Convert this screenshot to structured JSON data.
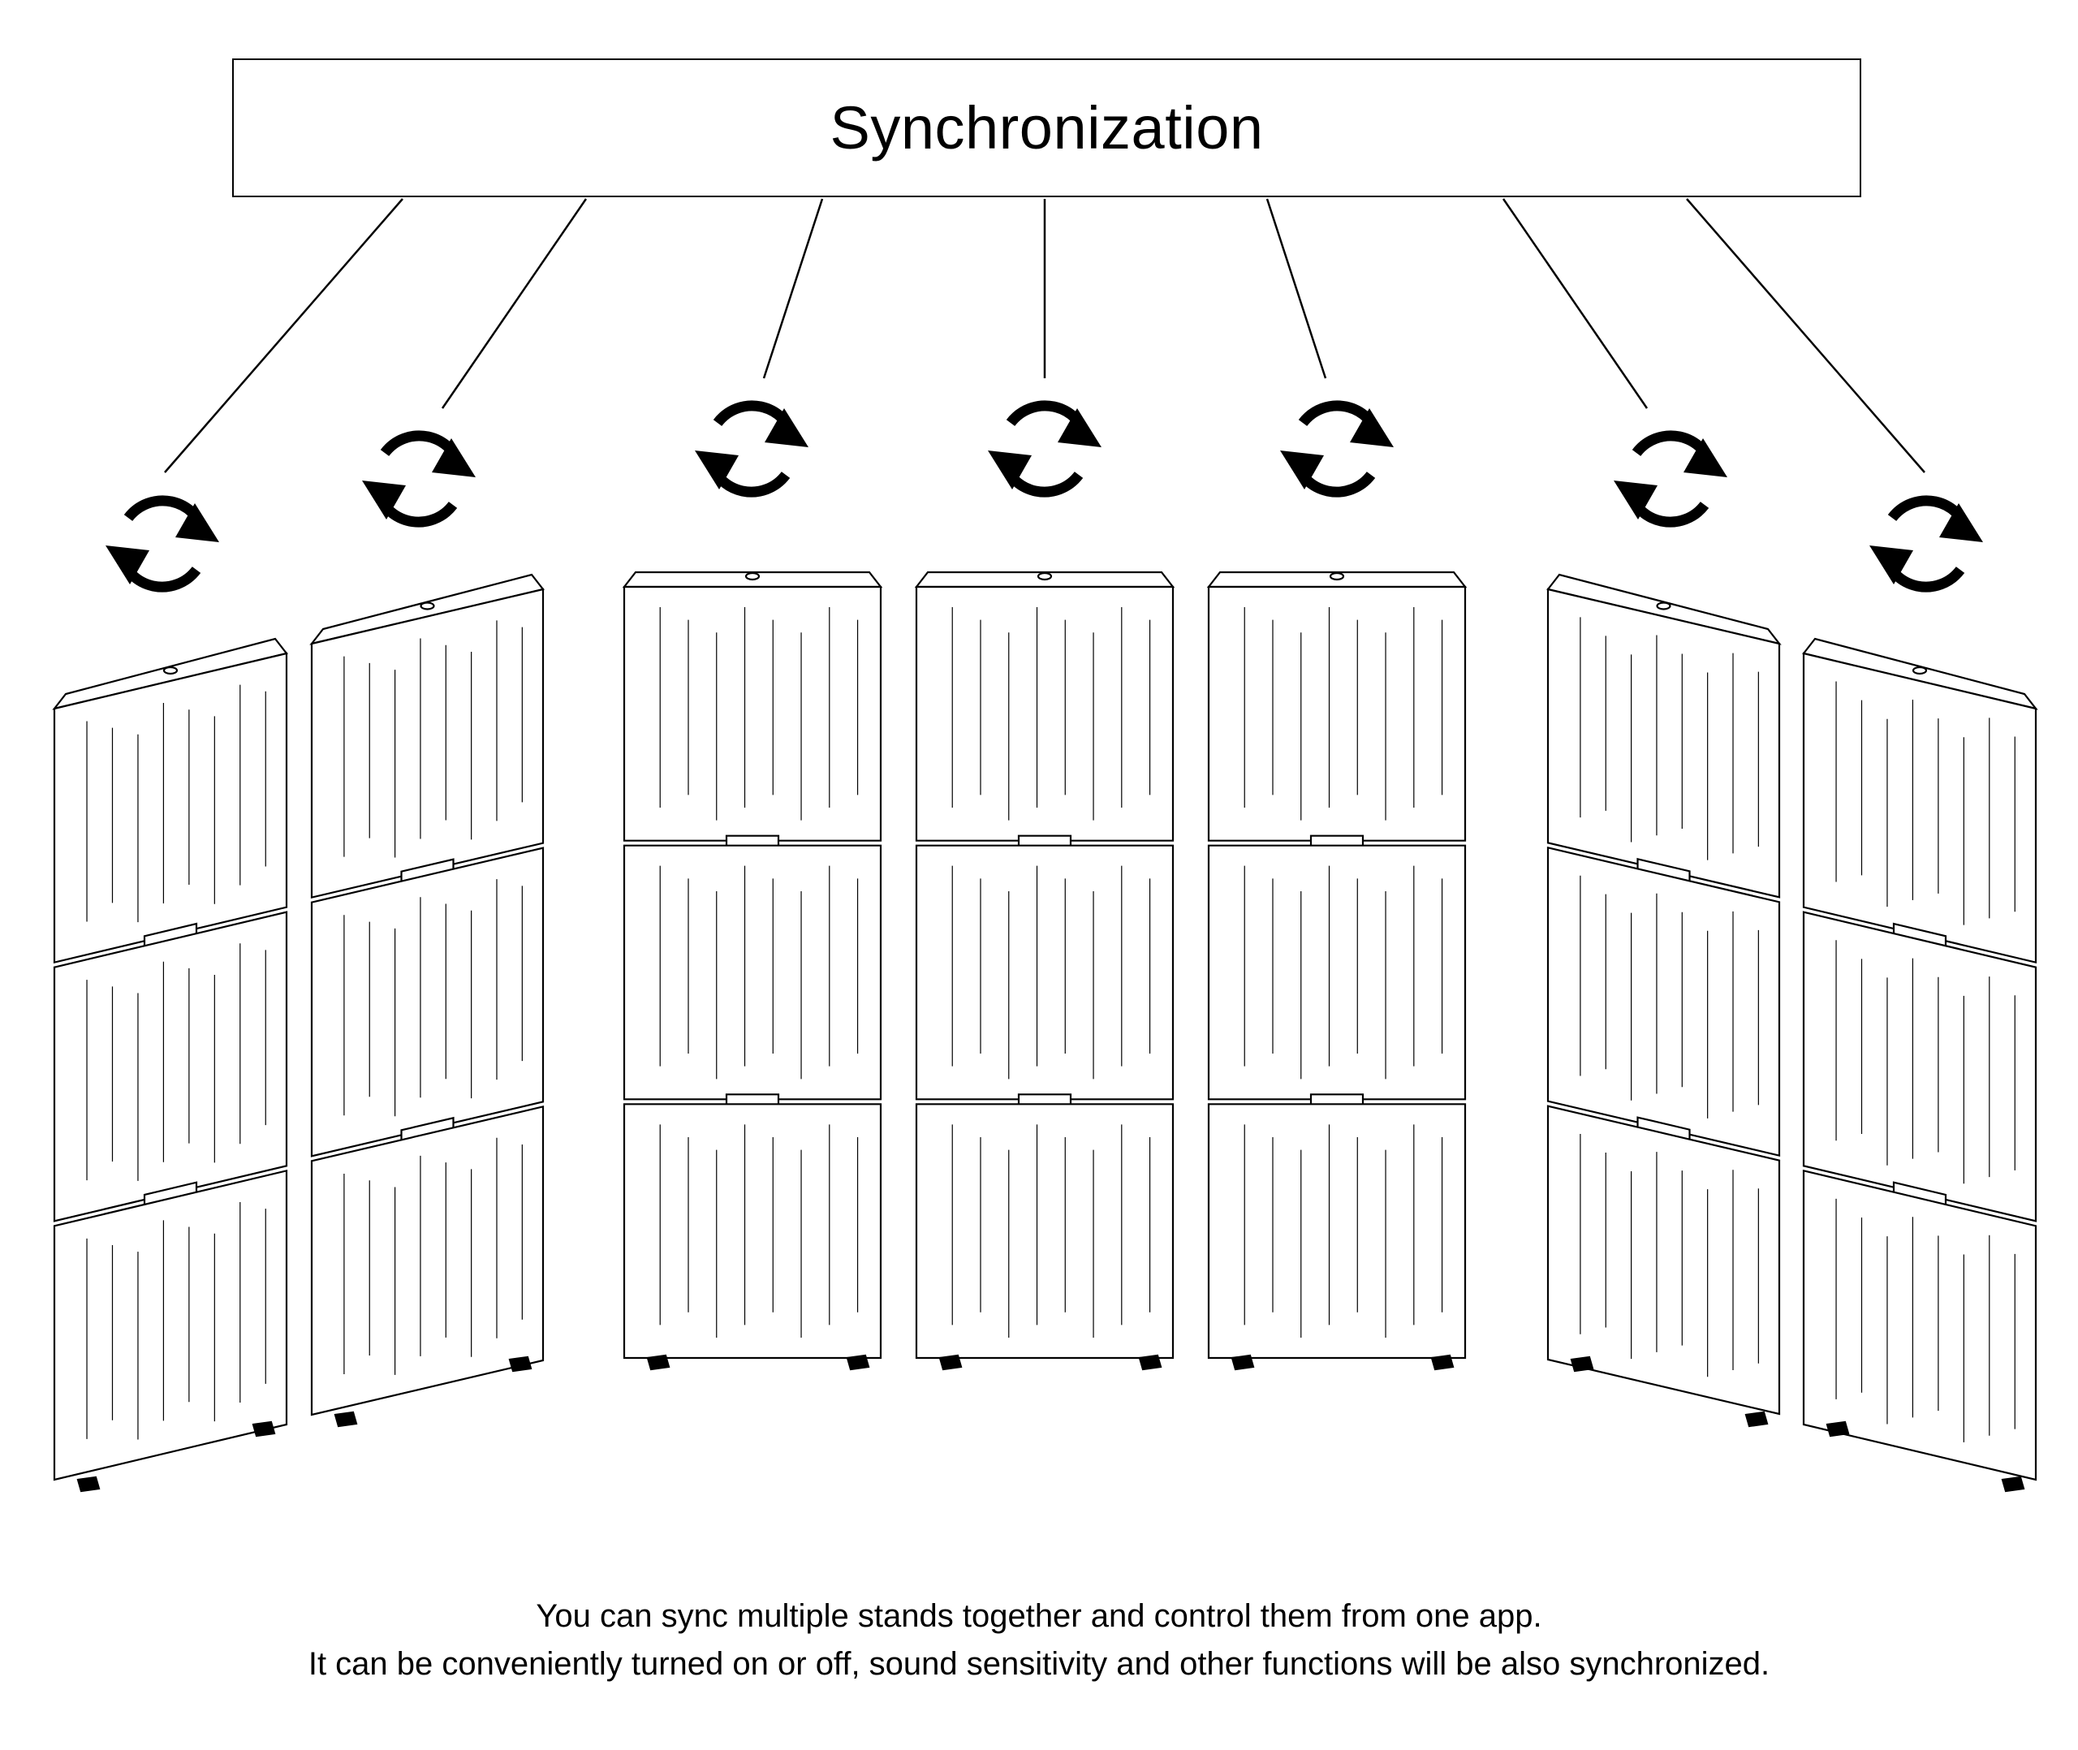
{
  "title": "Synchronization",
  "caption": {
    "line1": "You can sync multiple stands together and control them from one app.",
    "line2": "It can be conveniently turned on or off, sound sensitivity and other functions will be also synchronized."
  },
  "stand_count": 7,
  "panels_per_stand": 3,
  "icons": {
    "sync": "sync-icon"
  },
  "colors": {
    "line": "#000000",
    "background": "#ffffff"
  }
}
